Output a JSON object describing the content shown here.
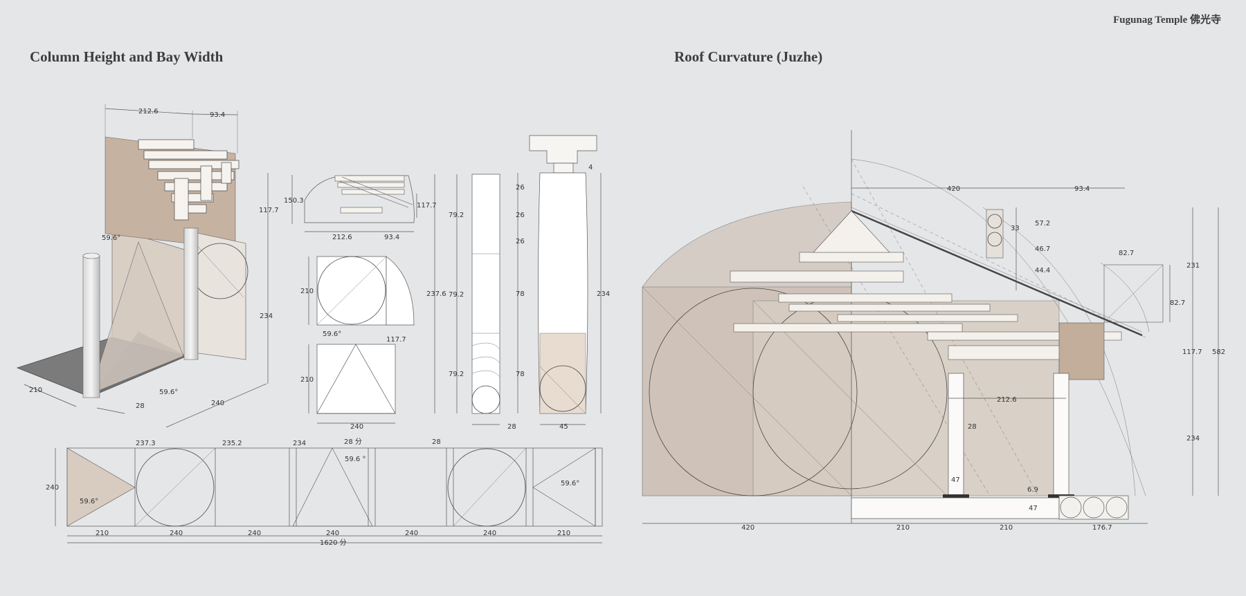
{
  "header": {
    "brand": "Fugunag Temple 佛光寺",
    "left_title": "Column Height and Bay Width",
    "right_title": "Roof Curvature (Juzhe)"
  },
  "left_panel": {
    "iso": {
      "d1": "212.6",
      "d2": "93.4",
      "d3": "117.7",
      "d4": "234",
      "d5": "240",
      "d6": "210",
      "d7": "28",
      "a1": "59.6°",
      "a2": "59.6°"
    },
    "bracket_front": {
      "h": "150.3",
      "h2": "117.7",
      "w1": "212.6",
      "w2": "93.4"
    },
    "circle_square": {
      "h": "210",
      "w": "117.7",
      "angle": "59.6°"
    },
    "triangle_square": {
      "h": "210",
      "w": "240"
    },
    "tall_strip": {
      "total": "237.6",
      "s1": "79.2",
      "s2": "79.2",
      "s3": "79.2",
      "w": "28"
    },
    "column": {
      "a": "4",
      "b": "26",
      "c": "26",
      "d": "26",
      "e": "78",
      "f": "78",
      "total": "234",
      "w": "45"
    },
    "elevation": {
      "top_labels": [
        "237.3",
        "235.2",
        "234",
        "28 分",
        "28"
      ],
      "height": "240",
      "angle1": "59.6°",
      "angle2": "59.6 °",
      "angle3": "59.6°",
      "bottom_labels": [
        "210",
        "240",
        "240",
        "240",
        "240",
        "240",
        "210"
      ],
      "total": "1620 分"
    }
  },
  "right_panel": {
    "top": {
      "w1": "420",
      "w2": "93.4",
      "h1": "57.2",
      "h2": "46.7",
      "h3": "44.4",
      "box": "33",
      "b1": "82.7",
      "b2": "82.7"
    },
    "right_dims": {
      "r1": "231",
      "r2": "117.7",
      "r3": "234",
      "total": "582"
    },
    "inner": {
      "span": "212.6",
      "col": "28",
      "base1": "47",
      "base2": "6.9",
      "base3": "47"
    },
    "bottom": [
      "420",
      "210",
      "210",
      "176.7"
    ]
  }
}
